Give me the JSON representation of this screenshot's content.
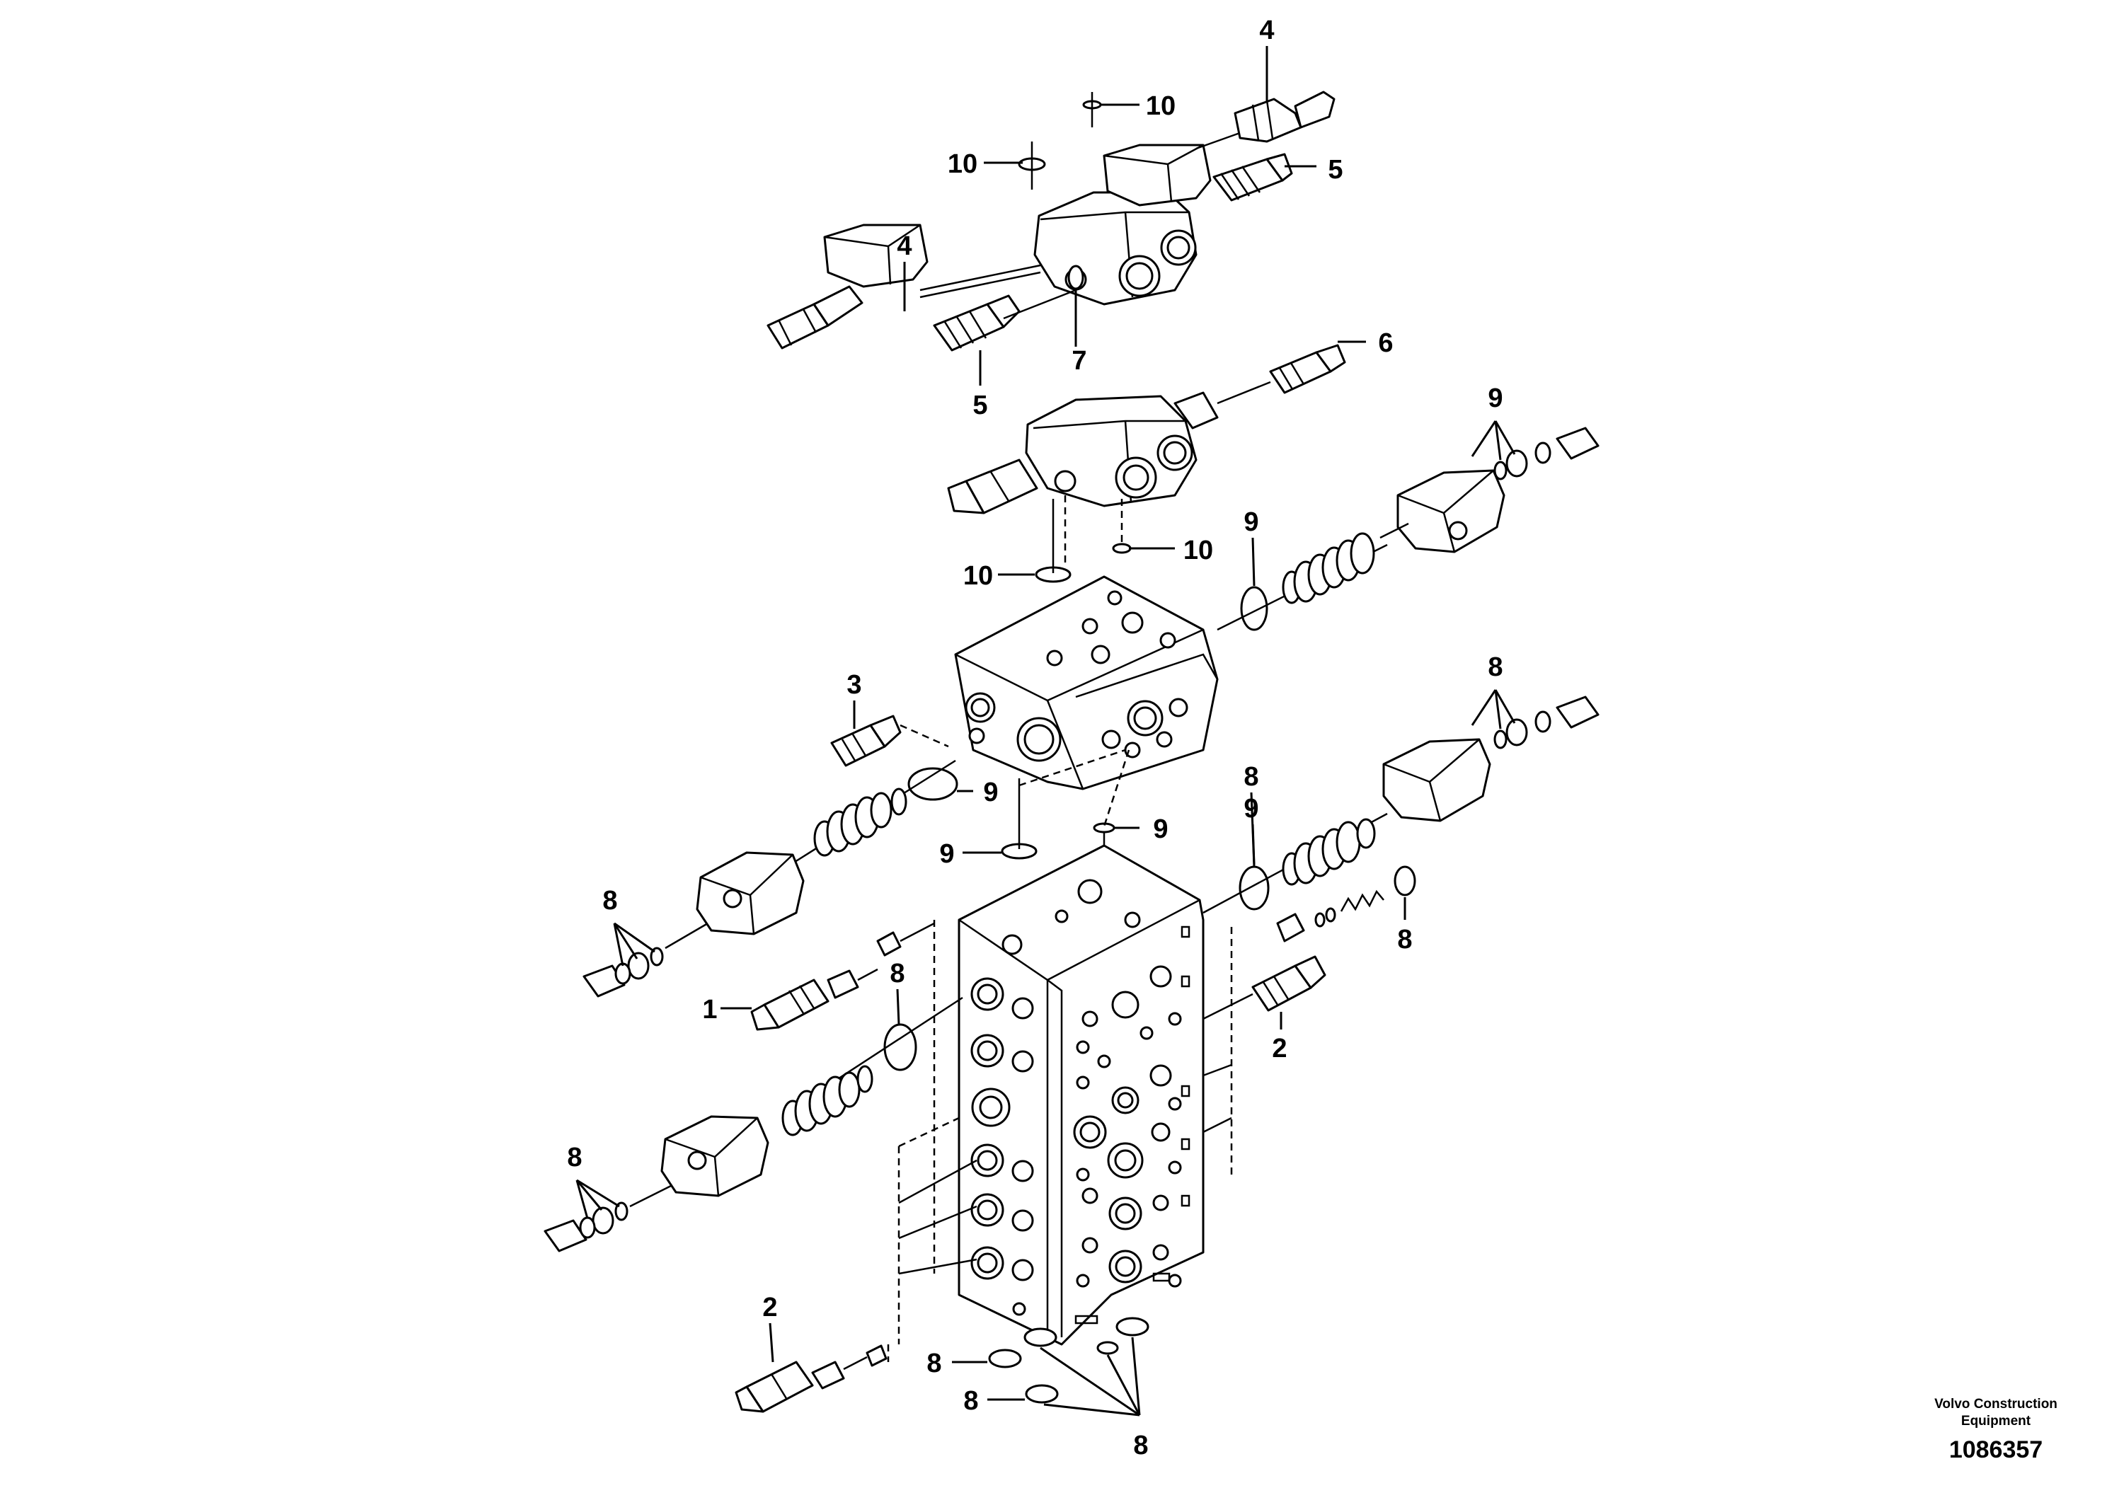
{
  "diagram": {
    "callouts": [
      "4",
      "10",
      "10",
      "5",
      "4",
      "5",
      "7",
      "6",
      "9",
      "10",
      "10",
      "9",
      "3",
      "9",
      "9",
      "9",
      "8",
      "8",
      "9",
      "8",
      "1",
      "2",
      "8",
      "8",
      "2",
      "8",
      "8",
      "8",
      "8"
    ]
  },
  "credit": {
    "line1": "Volvo Construction",
    "line2": "Equipment"
  },
  "document_number": "1086357"
}
